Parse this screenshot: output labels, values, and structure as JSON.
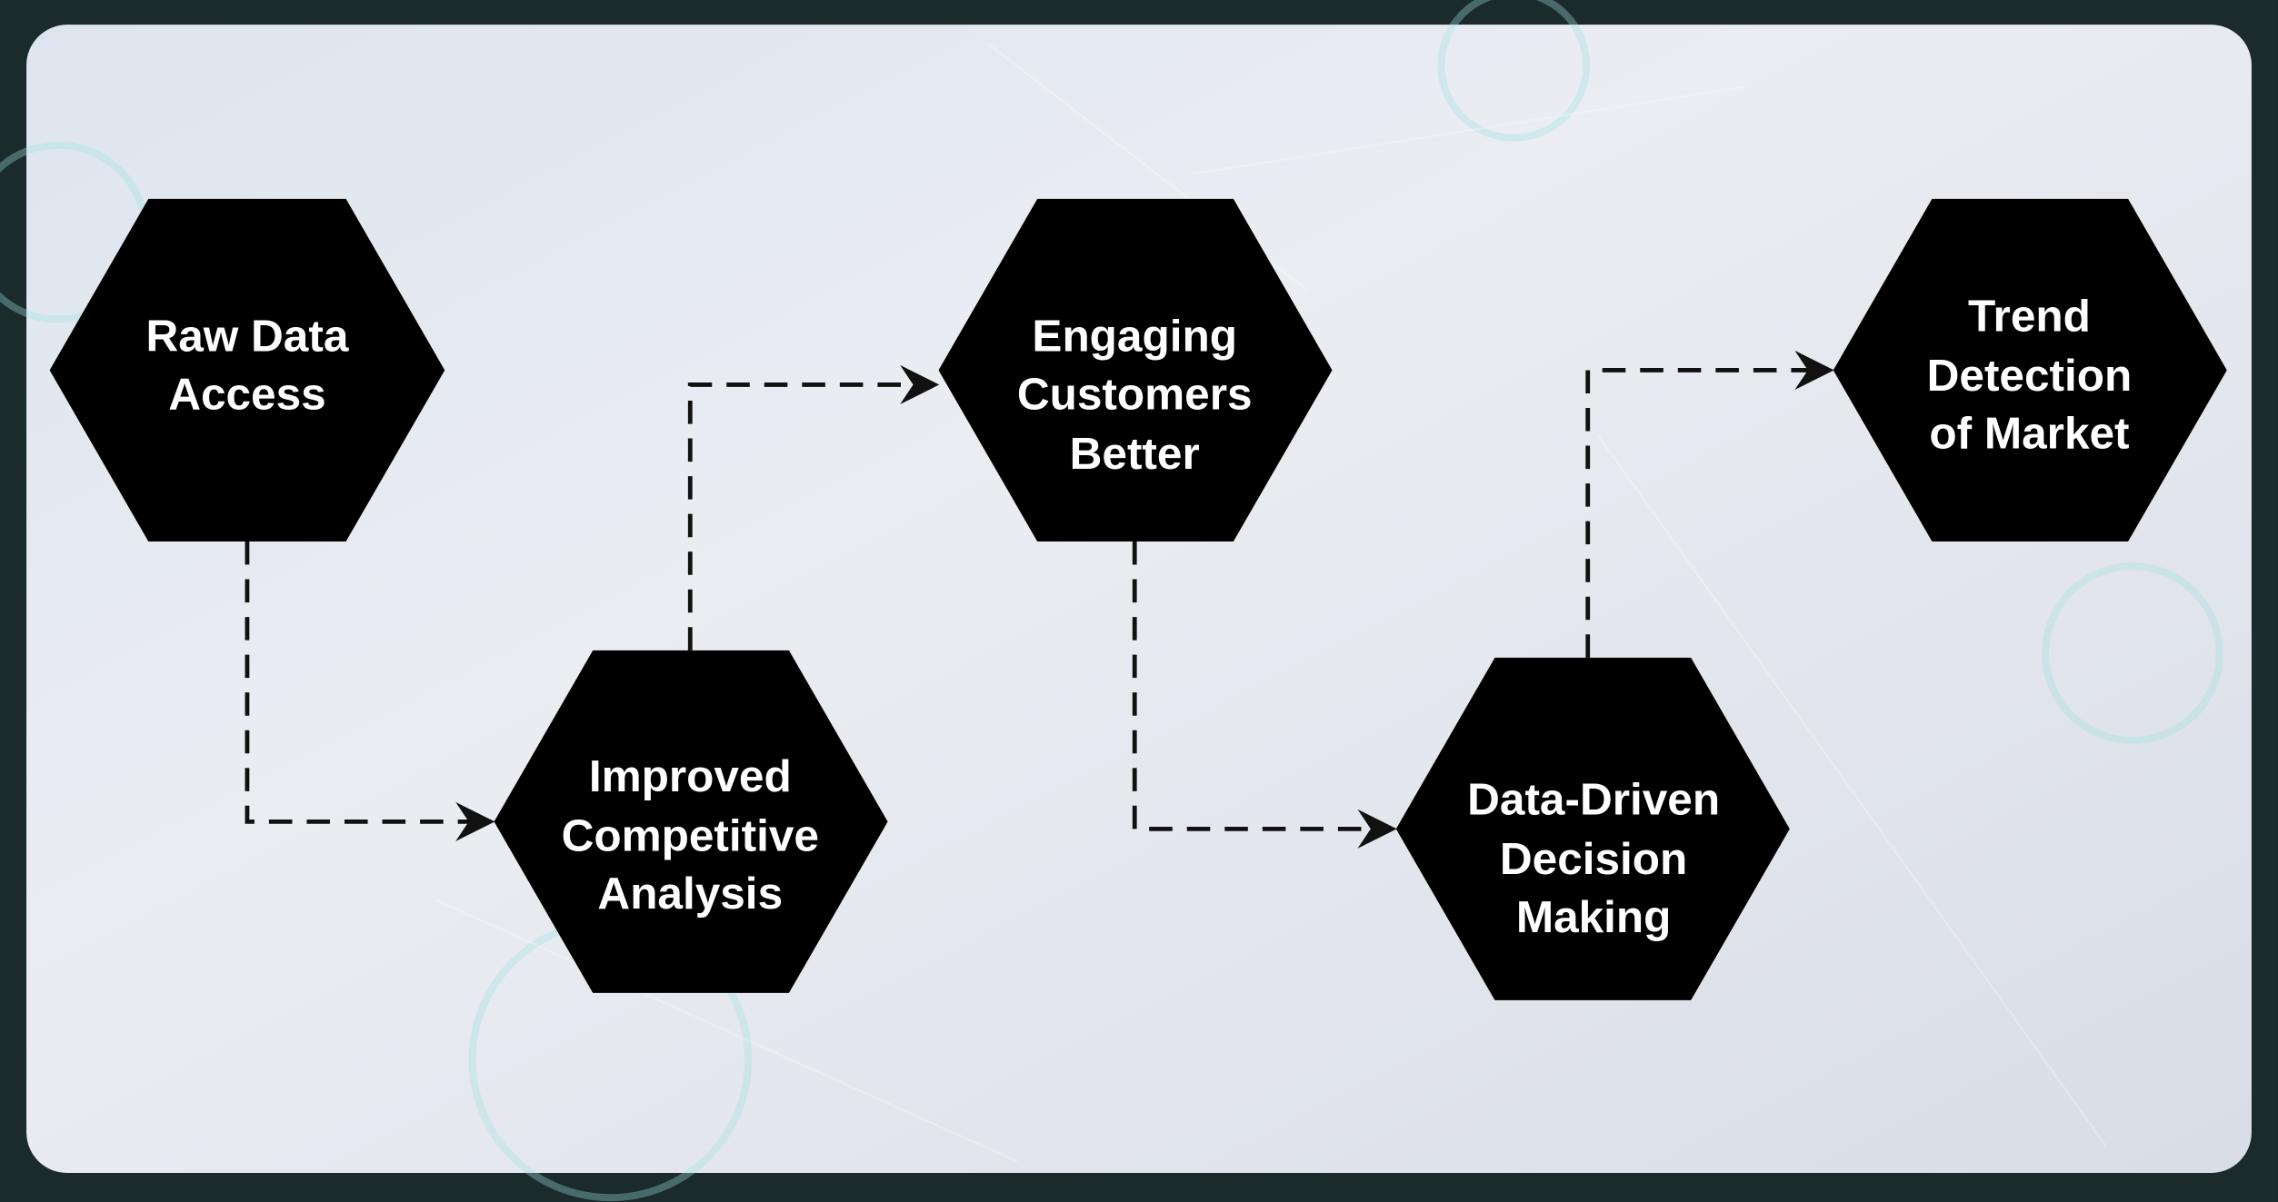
{
  "colors": {
    "frame": "#1b2a2b",
    "panel": "#e6eaf1",
    "hexagon": "#000000",
    "text": "#ffffff",
    "connector": "#111111"
  },
  "steps": [
    {
      "lines": [
        "Raw Data",
        "Access"
      ]
    },
    {
      "lines": [
        "Improved",
        "Competitive",
        "Analysis"
      ]
    },
    {
      "lines": [
        "Engaging",
        "Customers",
        "Better"
      ]
    },
    {
      "lines": [
        "Data-Driven",
        "Decision",
        "Making"
      ]
    },
    {
      "lines": [
        "Trend",
        "Detection",
        "of Market"
      ]
    }
  ]
}
